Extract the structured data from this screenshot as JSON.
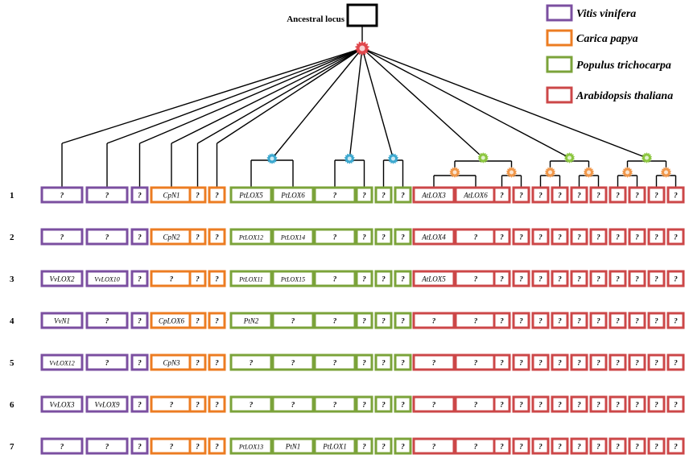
{
  "root_label": "Ancestral locus",
  "legend": [
    {
      "species": "Vitis vinifera",
      "color": "#7b4fa0"
    },
    {
      "species": "Carica papya",
      "color": "#ec7c22"
    },
    {
      "species": "Populus trichocarpa",
      "color": "#7ba33a"
    },
    {
      "species": "Arabidopsis thaliana",
      "color": "#cc4748"
    }
  ],
  "node_colors": {
    "root": "#e0474c",
    "populus": "#3ca8cf",
    "arabidopsis_upper": "#8cc63f",
    "arabidopsis_lower": "#f0974a"
  },
  "row_numbers": [
    "1",
    "2",
    "3",
    "4",
    "5",
    "6",
    "7"
  ],
  "columns": [
    {
      "species": 0,
      "width": "wide"
    },
    {
      "species": 0,
      "width": "wide"
    },
    {
      "species": 0,
      "width": "narrow"
    },
    {
      "species": 1,
      "width": "wide"
    },
    {
      "species": 1,
      "width": "narrow"
    },
    {
      "species": 1,
      "width": "narrow"
    },
    {
      "species": 2,
      "width": "wide"
    },
    {
      "species": 2,
      "width": "wide"
    },
    {
      "species": 2,
      "width": "wide"
    },
    {
      "species": 2,
      "width": "narrow"
    },
    {
      "species": 2,
      "width": "narrow"
    },
    {
      "species": 2,
      "width": "narrow"
    },
    {
      "species": 3,
      "width": "wide"
    },
    {
      "species": 3,
      "width": "wide"
    },
    {
      "species": 3,
      "width": "narrow"
    },
    {
      "species": 3,
      "width": "narrow"
    },
    {
      "species": 3,
      "width": "narrow"
    },
    {
      "species": 3,
      "width": "narrow"
    },
    {
      "species": 3,
      "width": "narrow"
    },
    {
      "species": 3,
      "width": "narrow"
    },
    {
      "species": 3,
      "width": "narrow"
    },
    {
      "species": 3,
      "width": "narrow"
    },
    {
      "species": 3,
      "width": "narrow"
    },
    {
      "species": 3,
      "width": "narrow"
    }
  ],
  "rows": [
    [
      "?",
      "?",
      "?",
      "CpN1",
      "?",
      "?",
      "PtLOX5",
      "PtLOX6",
      "?",
      "?",
      "?",
      "?",
      "AtLOX3",
      "AtLOX6",
      "?",
      "?",
      "?",
      "?",
      "?",
      "?",
      "?",
      "?",
      "?",
      "?"
    ],
    [
      "?",
      "?",
      "?",
      "CpN2",
      "?",
      "?",
      "PtLOX12",
      "PtLOX14",
      "?",
      "?",
      "?",
      "?",
      "AtLOX4",
      "?",
      "?",
      "?",
      "?",
      "?",
      "?",
      "?",
      "?",
      "?",
      "?",
      "?"
    ],
    [
      "VvLOX2",
      "VvLOX10",
      "?",
      "?",
      "?",
      "?",
      "PtLOX11",
      "PtLOX15",
      "?",
      "?",
      "?",
      "?",
      "AtLOX5",
      "?",
      "?",
      "?",
      "?",
      "?",
      "?",
      "?",
      "?",
      "?",
      "?",
      "?"
    ],
    [
      "VvN1",
      "?",
      "?",
      "CpLOX6",
      "?",
      "?",
      "PtN2",
      "?",
      "?",
      "?",
      "?",
      "?",
      "?",
      "?",
      "?",
      "?",
      "?",
      "?",
      "?",
      "?",
      "?",
      "?",
      "?",
      "?"
    ],
    [
      "VvLOX12",
      "?",
      "?",
      "CpN3",
      "?",
      "?",
      "?",
      "?",
      "?",
      "?",
      "?",
      "?",
      "?",
      "?",
      "?",
      "?",
      "?",
      "?",
      "?",
      "?",
      "?",
      "?",
      "?",
      "?"
    ],
    [
      "VvLOX3",
      "VvLOX9",
      "?",
      "?",
      "?",
      "?",
      "?",
      "?",
      "?",
      "?",
      "?",
      "?",
      "?",
      "?",
      "?",
      "?",
      "?",
      "?",
      "?",
      "?",
      "?",
      "?",
      "?",
      "?"
    ],
    [
      "?",
      "?",
      "?",
      "?",
      "?",
      "?",
      "PtLOX13",
      "PtN1",
      "PtLOX1",
      "?",
      "?",
      "?",
      "?",
      "?",
      "?",
      "?",
      "?",
      "?",
      "?",
      "?",
      "?",
      "?",
      "?",
      "?"
    ]
  ]
}
